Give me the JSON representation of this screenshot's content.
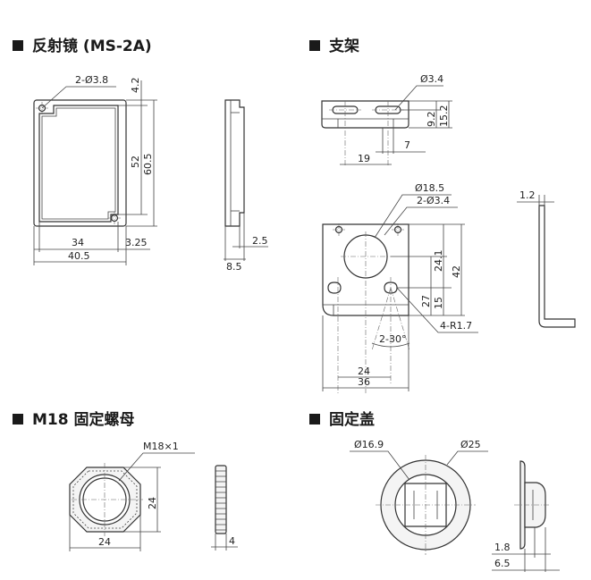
{
  "sections": {
    "reflector": {
      "title": "反射镜 (MS-2A)"
    },
    "bracket": {
      "title": "支架"
    },
    "nut": {
      "title": "M18 固定螺母"
    },
    "cap": {
      "title": "固定盖"
    }
  },
  "dims": {
    "reflector": {
      "holes": "2-Ø3.8",
      "top_offset": "4.2",
      "inner_h": "52",
      "outer_h": "60.5",
      "inner_w": "34",
      "side_offset": "3.25",
      "outer_w": "40.5",
      "side_thick": "2.5",
      "side_total": "8.5"
    },
    "bracket_top": {
      "hole": "Ø3.4",
      "h1": "9.2",
      "h2": "15.2",
      "w1": "7",
      "w2": "19"
    },
    "bracket_front": {
      "big_hole": "Ø18.5",
      "holes": "2-Ø3.4",
      "h1": "24.1",
      "h2": "42",
      "h3": "27",
      "h4": "15",
      "angle": "2-30°",
      "radius": "4-R1.7",
      "w1": "24",
      "w2": "36"
    },
    "bracket_side": {
      "thick": "1.2"
    },
    "nut": {
      "thread": "M18×1",
      "height": "24",
      "width": "24",
      "thick": "4"
    },
    "cap": {
      "inner": "Ø16.9",
      "outer": "Ø25",
      "d1": "1.8",
      "d2": "6.5"
    }
  }
}
